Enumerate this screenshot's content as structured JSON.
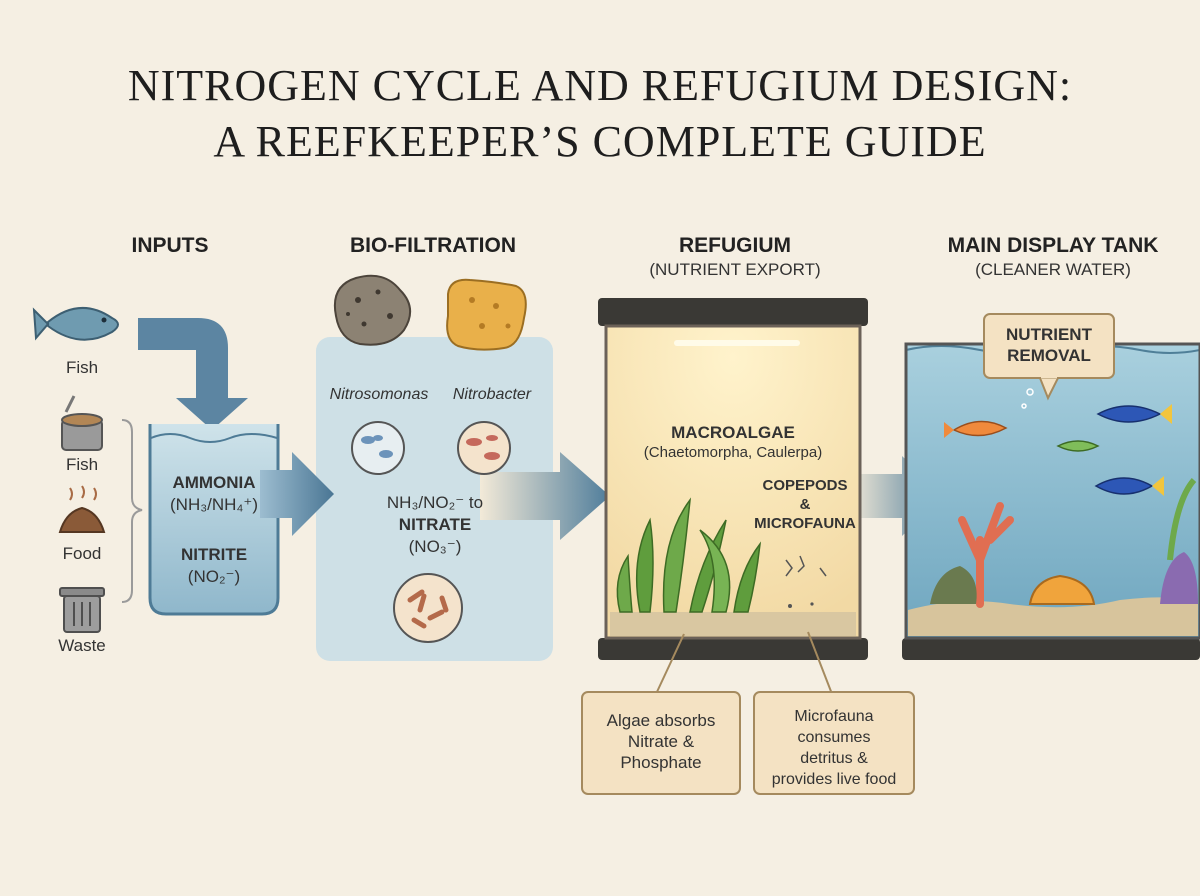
{
  "title_line1": "NITROGEN CYCLE AND REFUGIUM DESIGN:",
  "title_line2": "A REEFKEEPER’S COMPLETE GUIDE",
  "colors": {
    "background": "#f5efe3",
    "arrow": "#4d7a9a",
    "water": "#b9d6e2",
    "sand": "#d9c7a1",
    "algae": "#5f9d3d",
    "callout": "#f4e2c3",
    "callout_border": "#a58a5e"
  },
  "inputs": {
    "heading": "INPUTS",
    "fish_label": "Fish",
    "food_fish_label": "Fish",
    "food_label": "Food",
    "waste_label": "Waste"
  },
  "container": {
    "ammonia": "AMMONIA",
    "ammonia_formula": "(NH₃/NH₄⁺)",
    "nitrite": "NITRITE",
    "nitrite_formula": "(NO₂⁻)"
  },
  "biofiltration": {
    "heading": "BIO-FILTRATION",
    "bacteria_1": "Nitrosomonas",
    "bacteria_2": "Nitrobacter",
    "conversion": "NH₃/NO₂⁻ to",
    "nitrate": "NITRATE",
    "nitrate_formula": "(NO₃⁻)"
  },
  "refugium": {
    "heading": "REFUGIUM",
    "subheading": "(NUTRIENT EXPORT)",
    "macroalgae": "MACROALGAE",
    "macroalgae_species": "(Chaetomorpha, Caulerpa)",
    "copepods_1": "COPEPODS",
    "copepods_2": "&",
    "copepods_3": "MICROFAUNA"
  },
  "display": {
    "heading": "MAIN DISPLAY TANK",
    "subheading": "(CLEANER WATER)",
    "callout_1": "NUTRIENT",
    "callout_2": "REMOVAL"
  },
  "callouts": {
    "algae_1": "Algae absorbs",
    "algae_2": "Nitrate &",
    "algae_3": "Phosphate",
    "micro_1": "Microfauna",
    "micro_2": "consumes",
    "micro_3": "detritus &",
    "micro_4": "provides live food"
  }
}
